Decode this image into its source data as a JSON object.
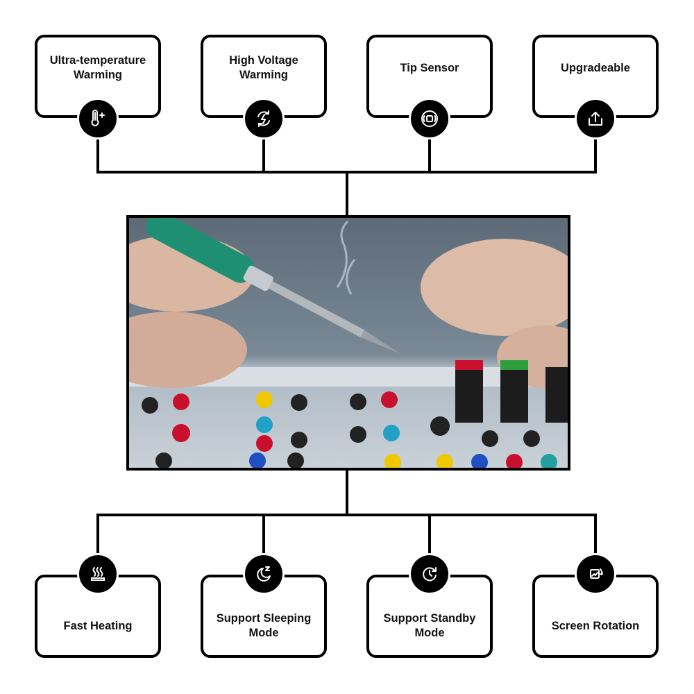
{
  "top_features": [
    {
      "label": "Ultra-temperature\nWarming",
      "icon": "thermometer-plus-icon"
    },
    {
      "label": "High Voltage\nWarming",
      "icon": "voltage-bolt-icon"
    },
    {
      "label": "Tip Sensor",
      "icon": "sensor-icon"
    },
    {
      "label": "Upgradeable",
      "icon": "upload-icon"
    }
  ],
  "bottom_features": [
    {
      "label": "Fast Heating",
      "icon": "heating-icon"
    },
    {
      "label": "Support Sleeping\nMode",
      "icon": "sleep-moon-icon"
    },
    {
      "label": "Support Standby\nMode",
      "icon": "standby-clock-icon"
    },
    {
      "label": "Screen Rotation",
      "icon": "screen-rotation-icon"
    }
  ],
  "colors": {
    "line": "#000000",
    "badge": "#000000",
    "icon": "#ffffff"
  }
}
